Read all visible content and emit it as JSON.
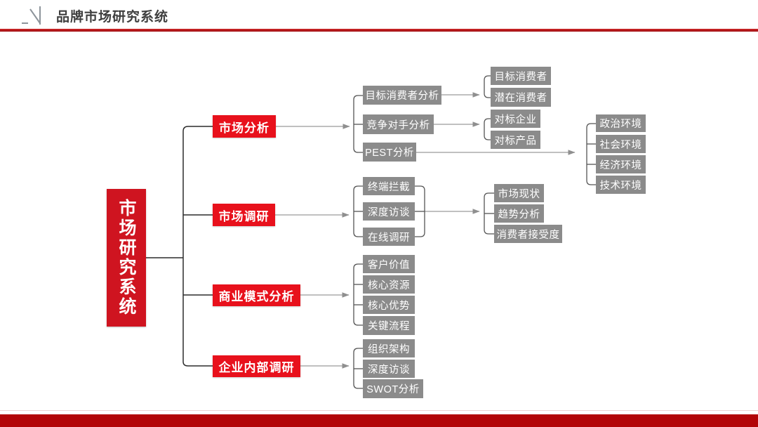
{
  "header": {
    "title": "品牌市场研究系统",
    "logo_icon": "n-mark-icon"
  },
  "colors": {
    "accent_bright_red": "#e8111c",
    "accent_dark_red": "#b20508",
    "node_gray": "#8b8b8b",
    "title_text": "#3f3f3f"
  },
  "diagram": {
    "root": {
      "label": "市场研究系统"
    },
    "branches": [
      {
        "label": "市场分析",
        "children": [
          {
            "label": "目标消费者分析",
            "children": [
              {
                "label": "目标消费者"
              },
              {
                "label": "潜在消费者"
              }
            ]
          },
          {
            "label": "竞争对手分析",
            "children": [
              {
                "label": "对标企业"
              },
              {
                "label": "对标产品"
              }
            ]
          },
          {
            "label": "PEST分析",
            "children": [
              {
                "label": "政治环境"
              },
              {
                "label": "社会环境"
              },
              {
                "label": "经济环境"
              },
              {
                "label": "技术环境"
              }
            ]
          }
        ]
      },
      {
        "label": "市场调研",
        "children": [
          {
            "label": "终端拦截"
          },
          {
            "label": "深度访谈"
          },
          {
            "label": "在线调研"
          }
        ],
        "outcomes": [
          {
            "label": "市场现状"
          },
          {
            "label": "趋势分析"
          },
          {
            "label": "消费者接受度"
          }
        ]
      },
      {
        "label": "商业模式分析",
        "children": [
          {
            "label": "客户价值"
          },
          {
            "label": "核心资源"
          },
          {
            "label": "核心优势"
          },
          {
            "label": "关键流程"
          }
        ]
      },
      {
        "label": "企业内部调研",
        "children": [
          {
            "label": "组织架构"
          },
          {
            "label": "深度访谈"
          },
          {
            "label": "SWOT分析"
          }
        ]
      }
    ]
  }
}
